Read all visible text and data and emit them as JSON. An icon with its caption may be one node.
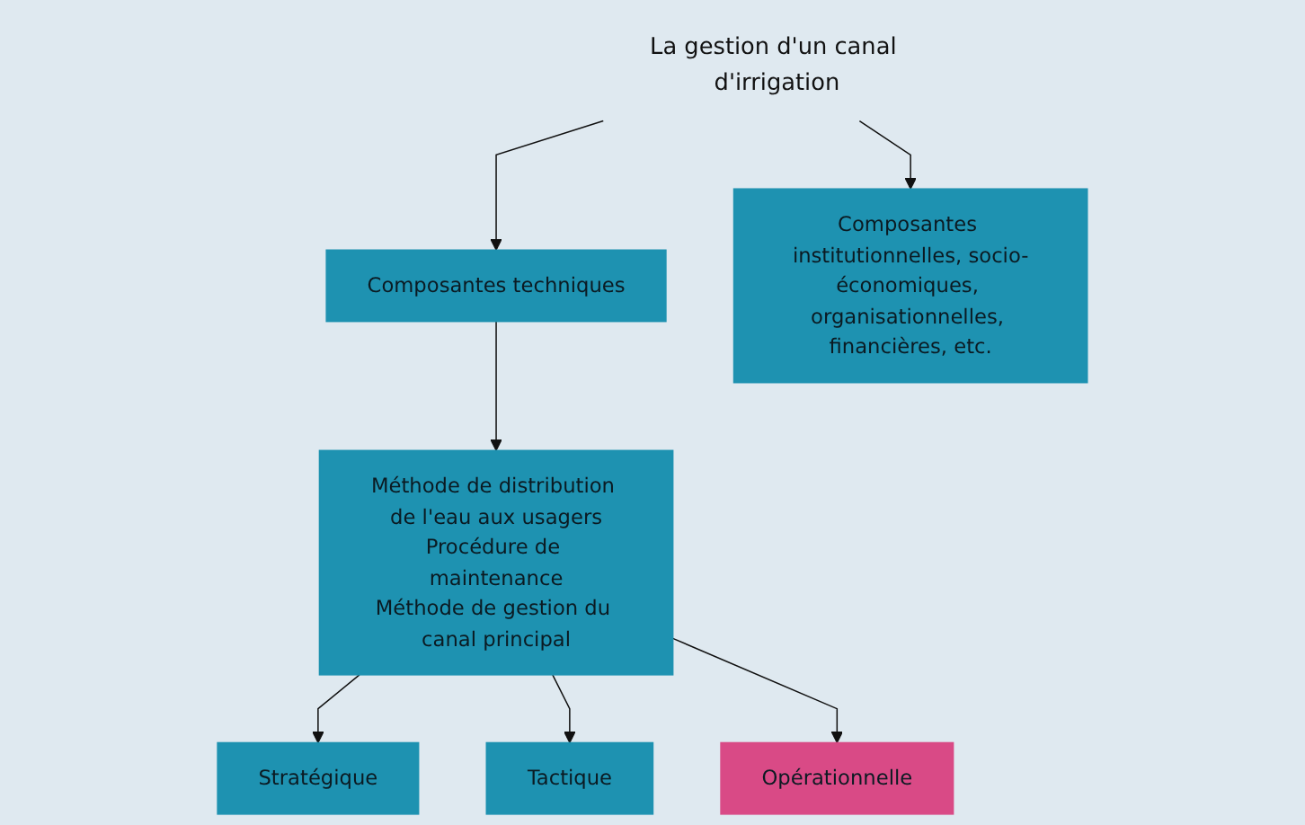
{
  "diagram": {
    "nodes": [
      {
        "text": [
          "La gestion d'un canal d'irrigation"
        ]
      },
      {
        "text": [
          "Composantes techniques"
        ]
      },
      {
        "text": [
          "Composantes institutionnelles, socio-économiques, organisationnelles, financières, etc."
        ]
      },
      {
        "text": [
          "Méthode de distribution de l'eau aux usagers",
          "Procédure de maintenance",
          "Méthode de gestion du canal principal"
        ]
      },
      {
        "text": [
          "Stratégique"
        ]
      },
      {
        "text": [
          "Tactique"
        ]
      },
      {
        "text": [
          "Opérationnelle"
        ]
      }
    ],
    "edges": [
      {
        "from": 0,
        "to": 1,
        "arrow": "to"
      },
      {
        "from": 0,
        "to": 2,
        "arrow": "to"
      },
      {
        "from": 1,
        "to": 3,
        "arrow": "to"
      },
      {
        "from": 3,
        "to": 4,
        "arrow": "to"
      },
      {
        "from": 3,
        "to": 5,
        "arrow": "to"
      },
      {
        "from": 3,
        "to": 6,
        "arrow": "to"
      }
    ]
  }
}
